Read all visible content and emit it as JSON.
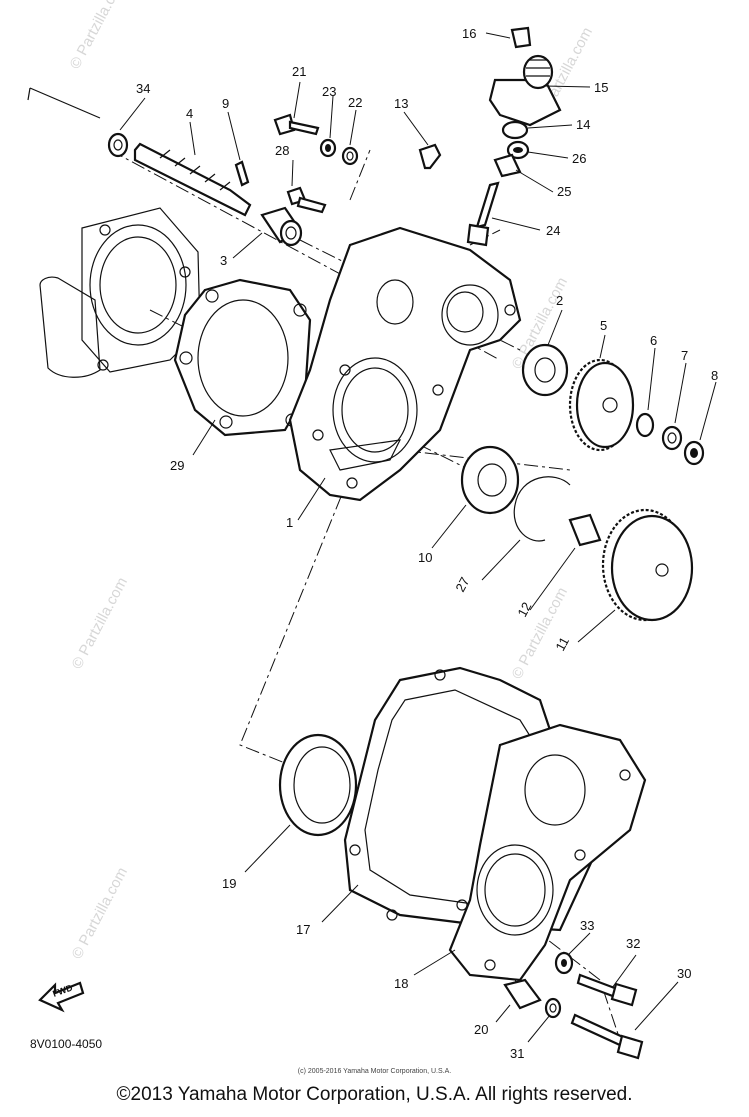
{
  "diagram": {
    "code": "8V0100-4050",
    "small_copyright": "(c) 2005-2016 Yamaha Motor Corporation, U.S.A.",
    "copyright": "©2013 Yamaha Motor Corporation, U.S.A. All rights reserved.",
    "watermark": "© Partzilla.com",
    "fwd_label": "FWD",
    "callouts": [
      "1",
      "2",
      "3",
      "4",
      "5",
      "6",
      "7",
      "8",
      "9",
      "10",
      "11",
      "12",
      "13",
      "14",
      "15",
      "16",
      "17",
      "18",
      "19",
      "20",
      "21",
      "22",
      "23",
      "24",
      "25",
      "26",
      "27",
      "28",
      "29",
      "30",
      "31",
      "32",
      "33",
      "34"
    ]
  }
}
